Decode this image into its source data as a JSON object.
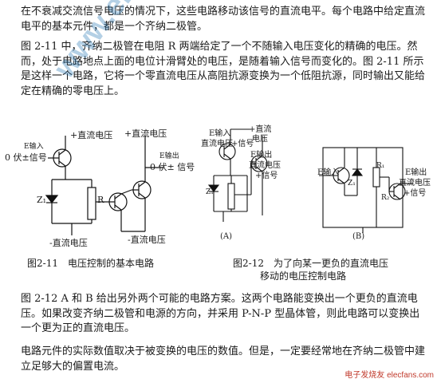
{
  "paragraphs": {
    "p1": "在不衰减交流信号电压的情况下，这些电路移动该信号的直流电平。每个电路中给定直流电平的基本元件，都是一个齐纳二极管。",
    "p2": "图 2-11 中，齐纳二极管在电阻 R 两端给定了一个不随输入电压变化的精确的电压。然而，处于电路地点上面的电位计滑臂处的电压，是随着输入信号而变化的。图 2-11 所示是这样一个电路，它将一个零直流电压从高阻抗源变换为一个低阻抗源，同时输出又能给定在精确的零电压上。",
    "p3": "图 2-12 A 和 B 给出另外两个可能的电路方案。这两个电路能变换出一个更负的直流电压。如果改变齐纳二极管和电源的方向，并采用 P-N-P 型晶体管，则此电路可以变换出一个更为正的直流电压。",
    "p4": "电路元件的实际数值取决于被变换的电压的数值。但是，一定要经常地在齐纳二极管中建立足够大的偏置电流。"
  },
  "figure1": {
    "caption": "图2-11　电压控制的基本电路",
    "label_pos_supply": "+直流电压",
    "label_in_sub": "输入",
    "label_in_signal": "0 伏±信号",
    "label_neg_supply_left": "-直流电压",
    "label_neg_supply_right": "-直流电压",
    "label_right_supply": "+直流电压",
    "label_out_sub": "输出",
    "label_out_signal": "0 伏± 信号",
    "label_zener": "Z₁",
    "label_r": "R"
  },
  "figure2": {
    "caption_line1": "图2-12　为了向某一更负的直流电压",
    "caption_line2": "移动的电压控制电路",
    "a_in_label": "E输入",
    "a_in_desc1": "直流电压",
    "a_in_desc2": "+信号",
    "a_top_label1": "+直流",
    "a_top_label2": "电压",
    "a_out_label": "E输出",
    "a_out_desc1": "直流电压",
    "a_out_desc2": "+信号",
    "a_zener": "Z₁",
    "a_tag": "(A)",
    "b_in_label": "E输入",
    "b_out_label": "E输出",
    "b_out_desc1": "直流电压",
    "b_out_desc2": "+信号",
    "b_zener": "Z₁",
    "b_r1": "R₁",
    "b_r2": "R₂",
    "b_tag": "(B)"
  },
  "watermark": "www.elecfans.com",
  "brand": "电子发烧友 elecfans.com"
}
